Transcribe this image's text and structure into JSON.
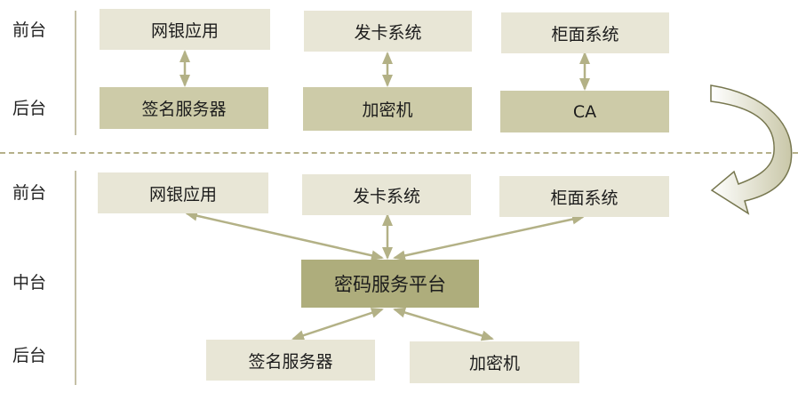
{
  "colors": {
    "front_box": "#e8e6d6",
    "back_box": "#cdcba8",
    "platform_box": "#aead7c",
    "arrow": "#b3b186",
    "divider": "#b5b08a"
  },
  "top": {
    "tiers": {
      "front": "前台",
      "back": "后台"
    },
    "front": [
      "网银应用",
      "发卡系统",
      "柜面系统"
    ],
    "back": [
      "签名服务器",
      "加密机",
      "CA"
    ]
  },
  "bottom": {
    "tiers": {
      "front": "前台",
      "middle": "中台",
      "back": "后台"
    },
    "front": [
      "网银应用",
      "发卡系统",
      "柜面系统"
    ],
    "platform": "密码服务平台",
    "back": [
      "签名服务器",
      "加密机"
    ]
  },
  "transition_arrow_icon": "curved-arrow-icon"
}
